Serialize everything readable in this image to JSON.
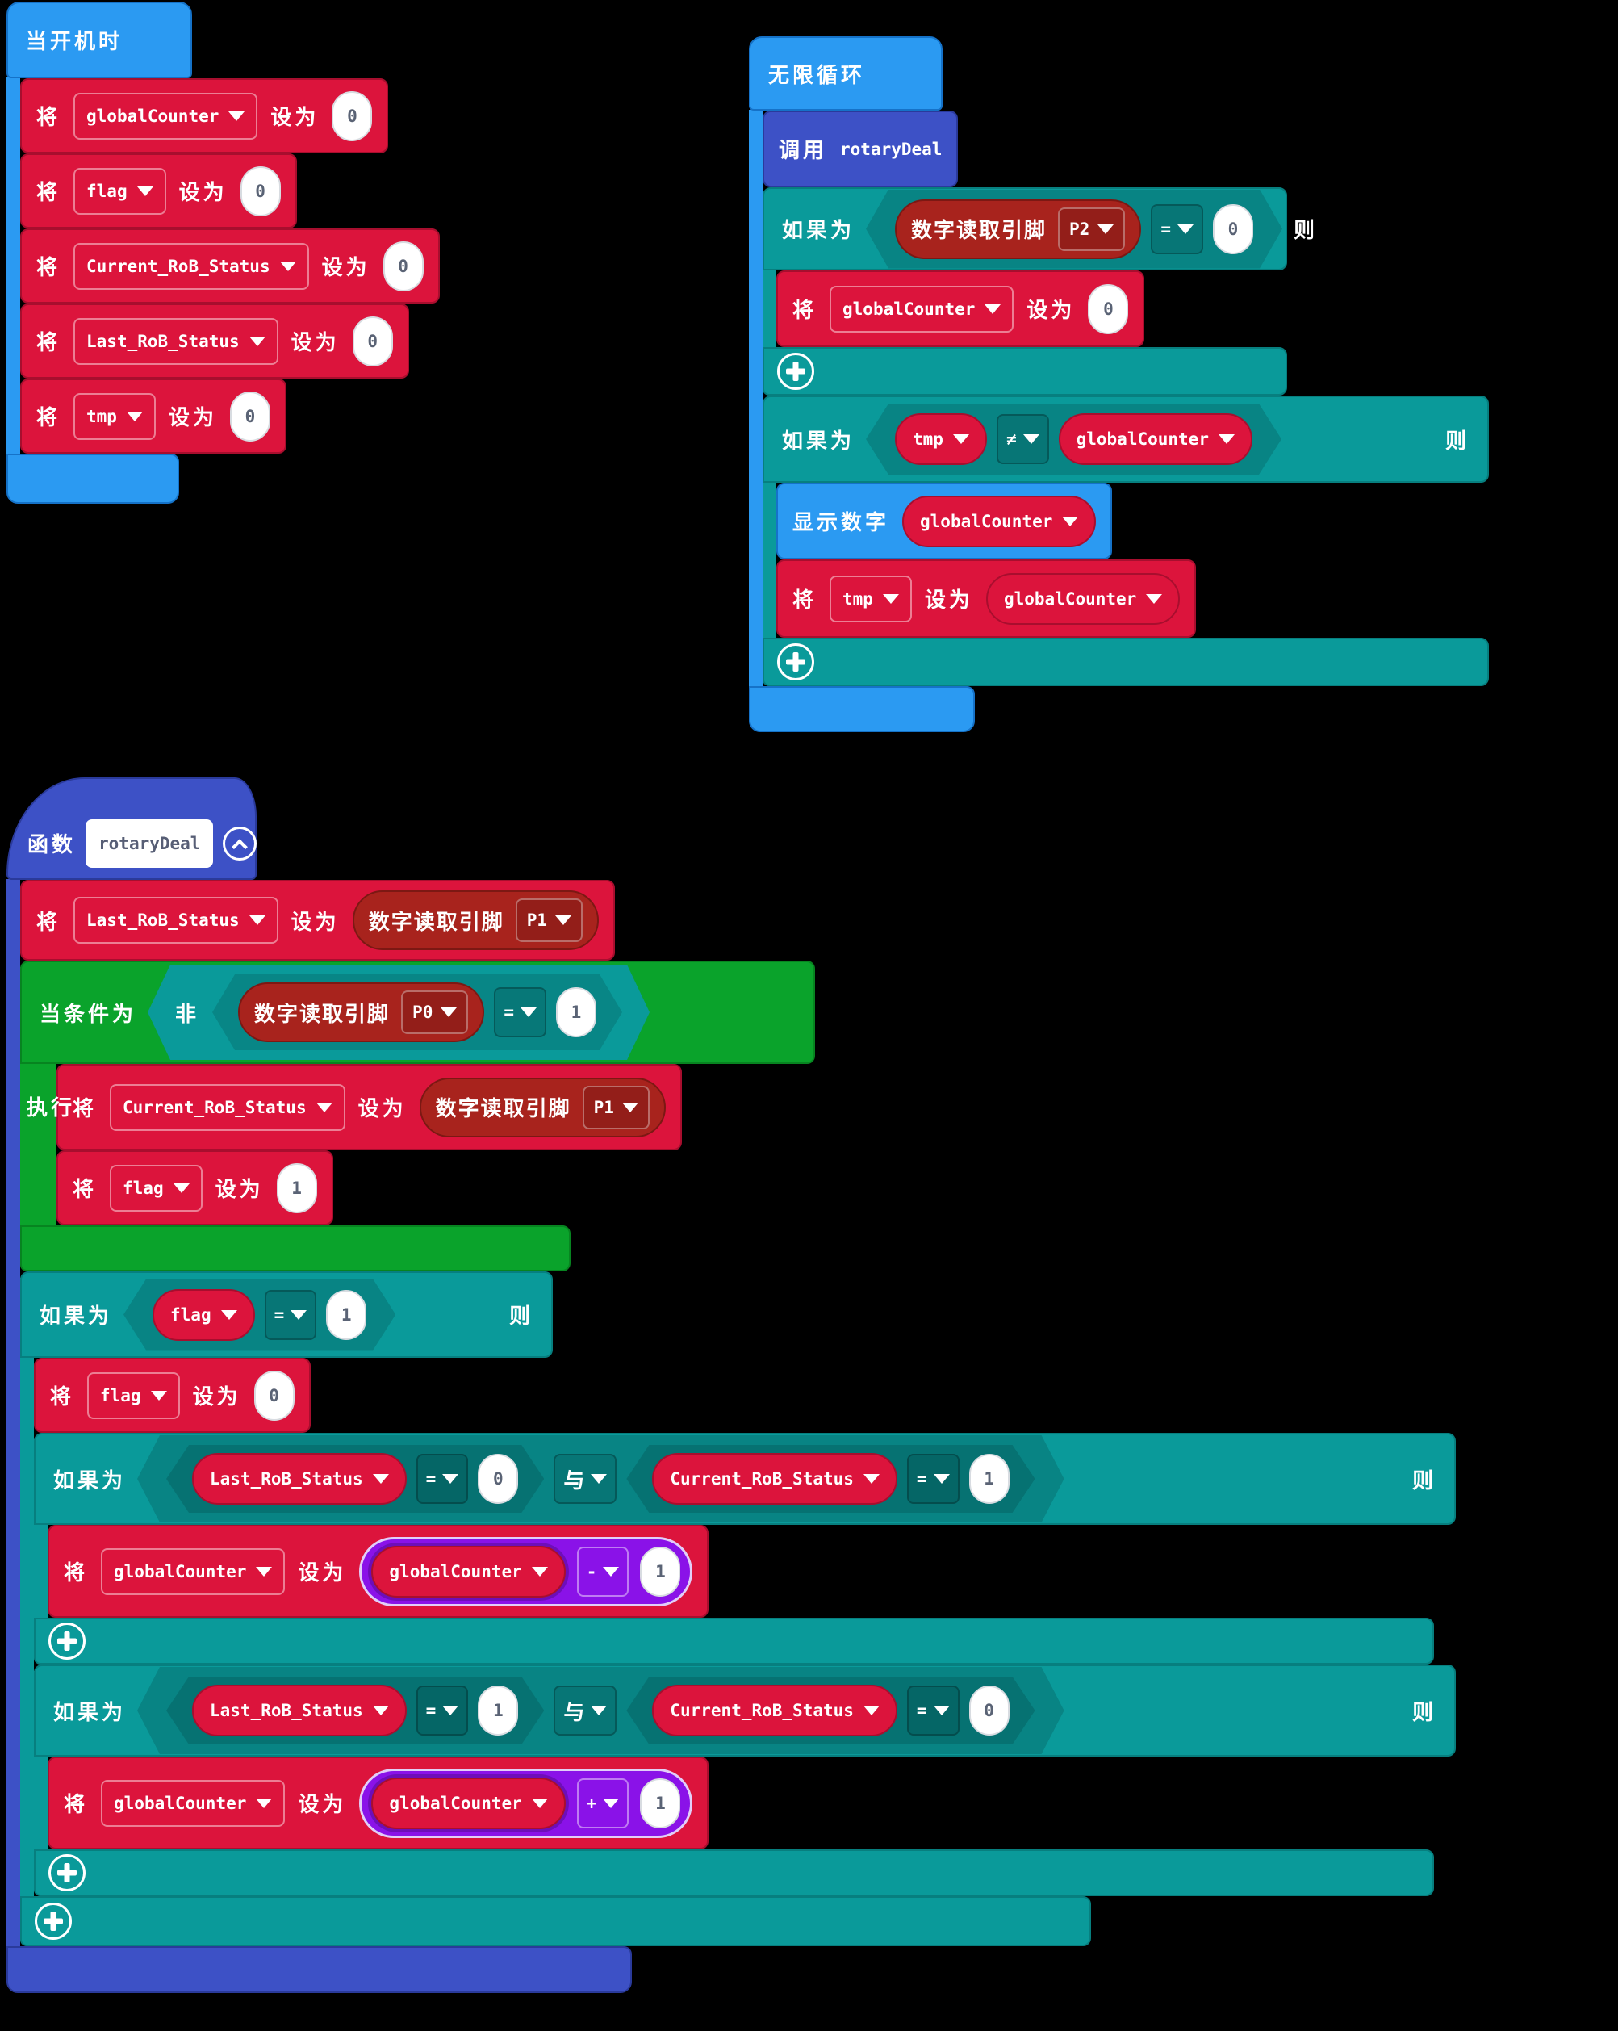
{
  "colors": {
    "canvas_bg": "#000000",
    "basic_blue": "#2B9AF2",
    "functions_indigo": "#3D51C6",
    "logic_teal": "#0A9A9A",
    "loops_green": "#0AA32B",
    "variables_crimson": "#DC143C",
    "pins_maroon": "#A8231D",
    "math_purple": "#8A12E8"
  },
  "labels": {
    "set": "将",
    "to": "设为",
    "if": "如果为",
    "then": "则",
    "and": "与",
    "not": "非",
    "while": "当条件为",
    "do": "执行",
    "call": "调用",
    "function": "函数",
    "show_number": "显示数字",
    "digital_read": "数字读取引脚"
  },
  "on_start": {
    "title": "当开机时",
    "sets": [
      {
        "var": "globalCounter",
        "value": "0"
      },
      {
        "var": "flag",
        "value": "0"
      },
      {
        "var": "Current_RoB_Status",
        "value": "0"
      },
      {
        "var": "Last_RoB_Status",
        "value": "0"
      },
      {
        "var": "tmp",
        "value": "0"
      }
    ]
  },
  "forever": {
    "title": "无限循环",
    "call_fn": "rotaryDeal",
    "if_pin": {
      "pin": "P2",
      "op": "=",
      "value": "0",
      "set_var": "globalCounter",
      "set_value": "0"
    },
    "if_cmp": {
      "left": "tmp",
      "op": "≠",
      "right": "globalCounter",
      "show_var": "globalCounter",
      "set_var": "tmp",
      "set_value": "globalCounter"
    }
  },
  "func": {
    "name": "rotaryDeal",
    "set_last": {
      "var": "Last_RoB_Status",
      "pin": "P1"
    },
    "while_loop": {
      "pin": "P0",
      "op": "=",
      "value": "1",
      "set_current": {
        "var": "Current_RoB_Status",
        "pin": "P1"
      },
      "set_flag": {
        "var": "flag",
        "value": "1"
      }
    },
    "if_flag": {
      "var": "flag",
      "op": "=",
      "value": "1",
      "reset_var": "flag",
      "reset_value": "0"
    },
    "case_dec": {
      "left": "Last_RoB_Status",
      "lop": "=",
      "lval": "0",
      "and": "与",
      "right": "Current_RoB_Status",
      "rop": "=",
      "rval": "1",
      "set_var": "globalCounter",
      "expr_var": "globalCounter",
      "expr_op": "-",
      "expr_val": "1"
    },
    "case_inc": {
      "left": "Last_RoB_Status",
      "lop": "=",
      "lval": "1",
      "and": "与",
      "right": "Current_RoB_Status",
      "rop": "=",
      "rval": "0",
      "set_var": "globalCounter",
      "expr_var": "globalCounter",
      "expr_op": "+",
      "expr_val": "1"
    }
  }
}
